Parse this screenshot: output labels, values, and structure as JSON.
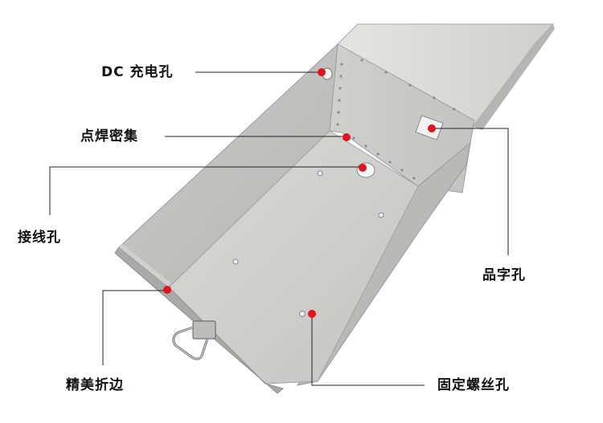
{
  "colors": {
    "marker": "#e3121b",
    "leader_line": "#222222",
    "metal_light": "#d3d3d1",
    "metal_mid": "#bdbdbb",
    "metal_dark": "#9c9c9a"
  },
  "callouts": {
    "dc_hole": "DC 充电孔",
    "spot_weld": "点焊密集",
    "wiring_hole": "接线孔",
    "pin_hole": "品字孔",
    "folded_edge": "精美折边",
    "screw_hole": "固定螺丝孔"
  }
}
